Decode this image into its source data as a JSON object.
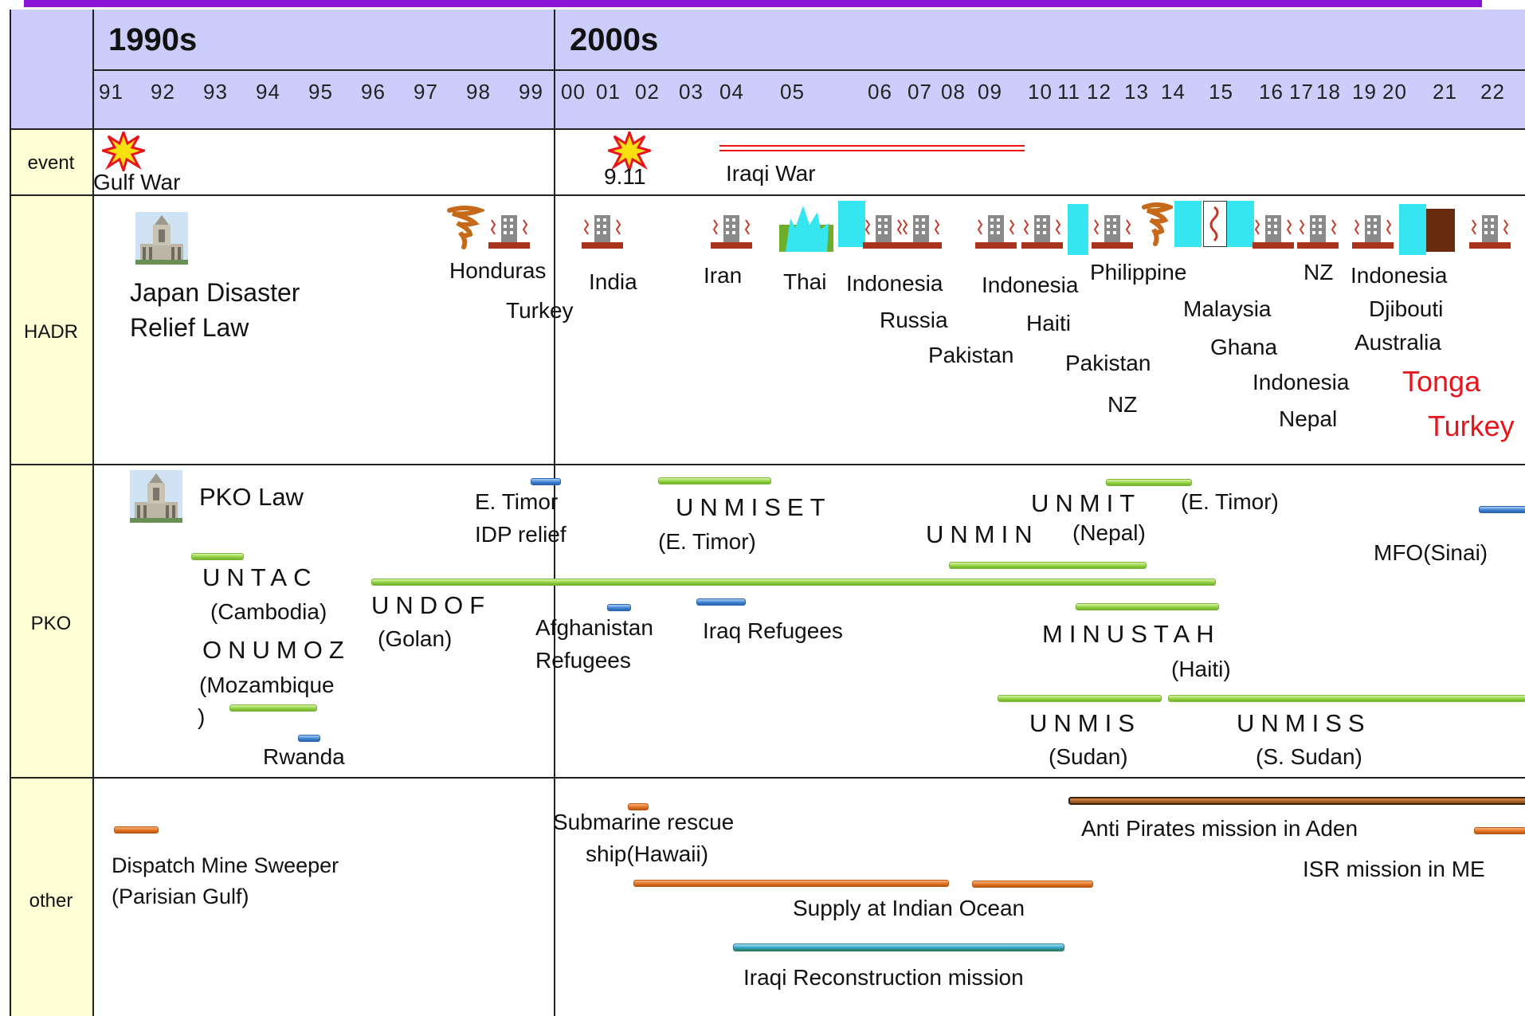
{
  "decades": [
    "1990s",
    "2000s"
  ],
  "years": [
    "91",
    "92",
    "93",
    "94",
    "95",
    "96",
    "97",
    "98",
    "99",
    "00",
    "01",
    "02",
    "03",
    "04",
    "05",
    "06",
    "07",
    "08",
    "09",
    "10",
    "11",
    "12",
    "13",
    "14",
    "15",
    "16",
    "17",
    "18",
    "19",
    "20",
    "21",
    "22"
  ],
  "rows": {
    "event": "event",
    "hadr": "HADR",
    "pko": "PKO",
    "other": "other"
  },
  "events": {
    "gulf_war": "Gulf War",
    "nine_eleven": "9.11",
    "iraqi_war": "Iraqi War"
  },
  "hadr": {
    "law_line1": "Japan Disaster",
    "law_line2": "Relief Law",
    "honduras": "Honduras",
    "turkey_1": "Turkey",
    "india": "India",
    "iran": "Iran",
    "thai": "Thai",
    "indonesia_1": "Indonesia",
    "russia": "Russia",
    "pakistan_1": "Pakistan",
    "indonesia_2": "Indonesia",
    "haiti": "Haiti",
    "pakistan_2": "Pakistan",
    "nz_1": "NZ",
    "philippine": "Philippine",
    "malaysia": "Malaysia",
    "ghana": "Ghana",
    "indonesia_3": "Indonesia",
    "nepal": "Nepal",
    "nz_2": "NZ",
    "indonesia_4": "Indonesia",
    "djibouti": "Djibouti",
    "australia": "Australia",
    "tonga": "Tonga",
    "turkey_2": "Turkey"
  },
  "pko": {
    "law": "PKO Law",
    "etimor_1": "E. Timor",
    "idp": "IDP relief",
    "unmiset": "UNMISET",
    "unmiset_sub": "(E. Timor)",
    "unmit": "UNMIT",
    "unmit_sub": "(E. Timor)",
    "unmin": "UNMIN",
    "unmin_sub": "(Nepal)",
    "mfo": "MFO(Sinai)",
    "untac": "UNTAC",
    "untac_sub": "(Cambodia)",
    "undof": "UNDOF",
    "undof_sub": "(Golan)",
    "afghan_1": "Afghanistan",
    "afghan_2": "Refugees",
    "iraq_ref": "Iraq Refugees",
    "minustah": "MINUSTAH",
    "minustah_sub": "(Haiti)",
    "onumoz": "ONUMOZ",
    "onumoz_sub": "(Mozambique",
    "onumoz_close": ")",
    "rwanda": "Rwanda",
    "unmis": "UNMIS",
    "unmis_sub": "(Sudan)",
    "unmiss": "UNMISS",
    "unmiss_sub": "(S. Sudan)"
  },
  "other": {
    "minesweeper_1": "Dispatch Mine Sweeper",
    "minesweeper_2": "(Parisian Gulf)",
    "sub_1": "Submarine rescue",
    "sub_2": "ship(Hawaii)",
    "pirates": "Anti Pirates mission in Aden",
    "isr": "ISR mission in ME",
    "supply": "Supply at Indian Ocean",
    "iraq_recon": "Iraqi Reconstruction mission"
  },
  "colors": {
    "header_bg": "#cccdfb",
    "label_bg": "#feffd4",
    "top_bar": "#8a14d6",
    "pko_bar": "#8fcf3e",
    "transport_bar": "#3b7fd0",
    "other_bar": "#e07020",
    "highlight_text": "#e8141c"
  }
}
